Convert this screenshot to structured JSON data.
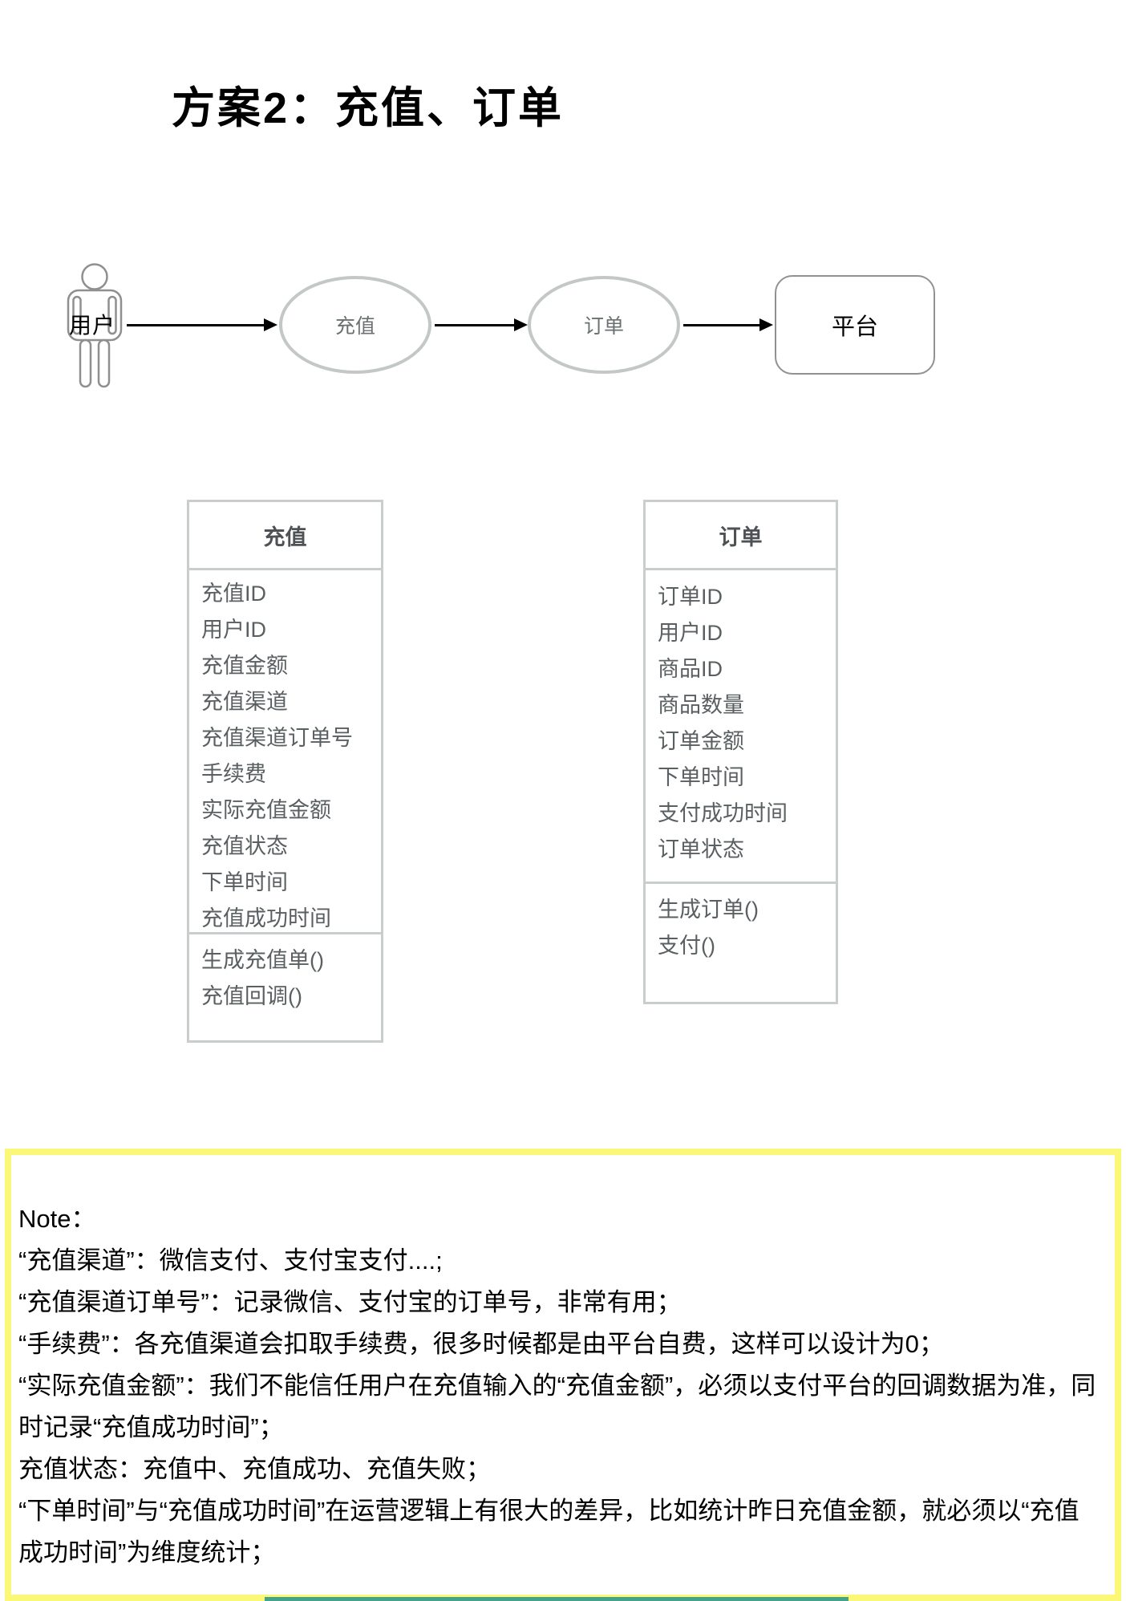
{
  "title": "方案2：充值、订单",
  "flow": {
    "actor_label": "用户",
    "step1_label": "充值",
    "step2_label": "订单",
    "platform_label": "平台"
  },
  "classes": [
    {
      "name": "充值",
      "attributes": [
        "充值ID",
        "用户ID",
        "充值金额",
        "充值渠道",
        "充值渠道订单号",
        "手续费",
        "实际充值金额",
        "充值状态",
        "下单时间",
        "充值成功时间"
      ],
      "methods": [
        "生成充值单()",
        "充值回调()"
      ]
    },
    {
      "name": "订单",
      "attributes": [
        "订单ID",
        "用户ID",
        "商品ID",
        "商品数量",
        "订单金额",
        "下单时间",
        "支付成功时间",
        "订单状态"
      ],
      "methods": [
        "生成订单()",
        "支付()"
      ]
    }
  ],
  "note": {
    "label": "Note：",
    "lines": [
      "“充值渠道”：微信支付、支付宝支付....;",
      "“充值渠道订单号”：记录微信、支付宝的订单号，非常有用；",
      "“手续费”：各充值渠道会扣取手续费，很多时候都是由平台自费，这样可以设计为0；",
      "“实际充值金额”：我们不能信任用户在充值输入的“充值金额”，必须以支付平台的回调数据为准，同时记录“充值成功时间”；",
      "充值状态：充值中、充值成功、充值失败；",
      "“下单时间”与“充值成功时间”在运营逻辑上有很大的差异，比如统计昨日充值金额，就必须以“充值成功时间”为维度统计；"
    ]
  },
  "colors": {
    "note_border": "#FBF878",
    "shape_stroke": "#C3C7C7",
    "box_border": "#C9CDCD",
    "class_text": "#5A5F61",
    "accent_teal": "#45A38B"
  }
}
